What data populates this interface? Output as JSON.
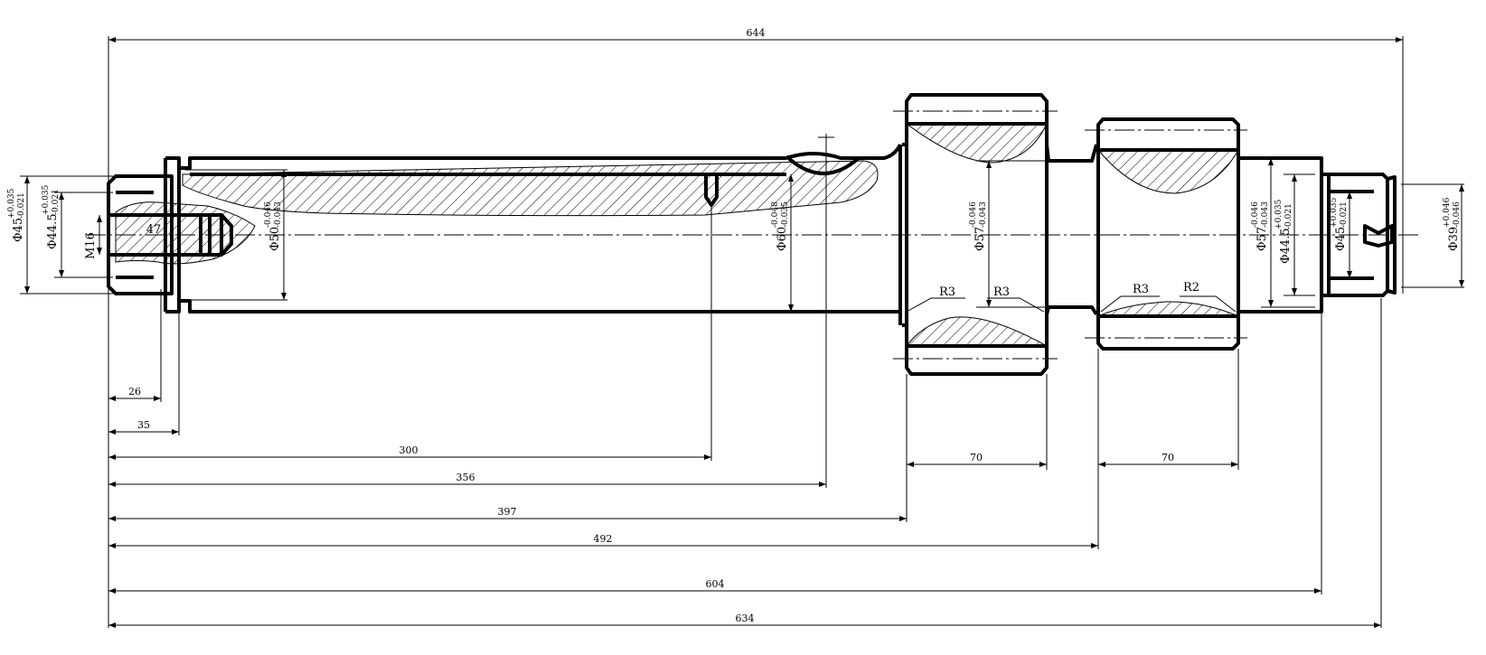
{
  "drawing": {
    "dims": {
      "overall": "644",
      "d26": "26",
      "d35": "35",
      "d300": "300",
      "d356": "356",
      "d397": "397",
      "d492": "492",
      "d604": "604",
      "d634": "634",
      "gear1_width": "70",
      "gear2_width": "70"
    },
    "labels": {
      "m16": "M16",
      "thread_len": "47",
      "r3_a": "R3",
      "r3_b": "R3",
      "r3_c": "R3",
      "r2": "R2"
    },
    "diameters": [
      {
        "id": "d45_left",
        "main": "Φ45",
        "upper": "+0.035",
        "lower": "-0.021"
      },
      {
        "id": "d44_left",
        "main": "Φ44.5",
        "upper": "+0.035",
        "lower": "-0.021"
      },
      {
        "id": "d50",
        "main": "Φ50",
        "upper": "-0.046",
        "lower": "-0.043"
      },
      {
        "id": "d60",
        "main": "Φ60",
        "upper": "-0.048",
        "lower": "-0.035"
      },
      {
        "id": "d57_g1",
        "main": "Φ57",
        "upper": "-0.046",
        "lower": "-0.043"
      },
      {
        "id": "d57_r",
        "main": "Φ57",
        "upper": "-0.046",
        "lower": "-0.043"
      },
      {
        "id": "d44_right",
        "main": "Φ44.5",
        "upper": "+0.035",
        "lower": "-0.021"
      },
      {
        "id": "d45_right",
        "main": "Φ45",
        "upper": "+0.035",
        "lower": "-0.021"
      },
      {
        "id": "d39",
        "main": "Φ39",
        "upper": "+0.046",
        "lower": "-0.046"
      }
    ]
  }
}
